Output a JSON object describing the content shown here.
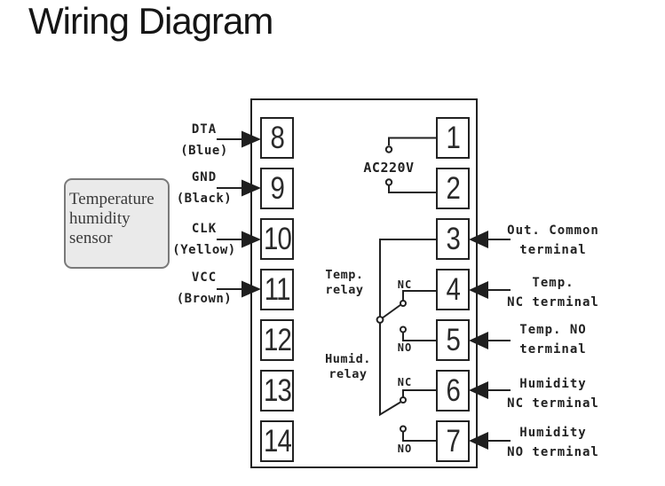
{
  "title": "Wiring Diagram",
  "sensor_box": {
    "line1": "Temperature",
    "line2": "humidity",
    "line3": "sensor"
  },
  "sensor_pins": [
    {
      "name": "DTA",
      "wire_color": "(Blue)"
    },
    {
      "name": "GND",
      "wire_color": "(Black)"
    },
    {
      "name": "CLK",
      "wire_color": "(Yellow)"
    },
    {
      "name": "VCC",
      "wire_color": "(Brown)"
    }
  ],
  "power_label": "AC220V",
  "terminals": {
    "left": [
      "8",
      "9",
      "10",
      "11",
      "12",
      "13",
      "14"
    ],
    "right": [
      "1",
      "2",
      "3",
      "4",
      "5",
      "6",
      "7"
    ]
  },
  "relays": [
    {
      "label_line1": "Temp.",
      "label_line2": "relay",
      "nc": "NC",
      "no": "NO"
    },
    {
      "label_line1": "Humid.",
      "label_line2": "relay",
      "nc": "NC",
      "no": "NO"
    }
  ],
  "terminal_labels": [
    {
      "line1": "Out. Common",
      "line2": "terminal"
    },
    {
      "line1": "Temp.",
      "line2": "NC terminal"
    },
    {
      "line1": "Temp. NO",
      "line2": "terminal"
    },
    {
      "line1": "Humidity",
      "line2": "NC terminal"
    },
    {
      "line1": "Humidity",
      "line2": "NO terminal"
    }
  ],
  "colors": {
    "line": "#222222",
    "sensor_fill": "#eaeaea",
    "sensor_border": "#7a7a7a",
    "background": "#ffffff"
  }
}
